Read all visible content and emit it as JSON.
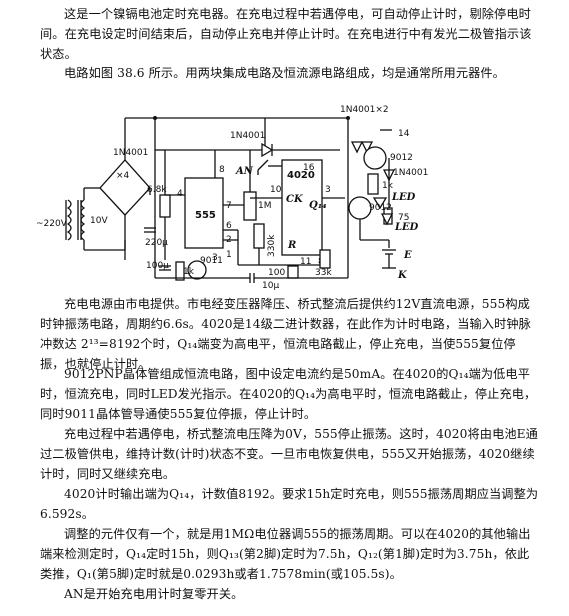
{
  "paragraphs": {
    "p1": "这是一个镍镉电池定时充电器。在充电过程中若遇停电，可自动停止计时，剔除停电时间。在充电设定时间结束后，自动停止充电并停止计时。在充电进行中有发光二极管指示该状态。",
    "p2": "电路如图 38.6 所示。用两块集成电路及恒流源电路组成，均是通常所用元器件。",
    "p3": "充电电源由市电提供。市电经变压器降压、桥式整流后提供约12V直流电源，555构成时钟振荡电路，周期约6.6s。4020是14级二进计数器，在此作为计时电路，当输入时钟脉冲数达 2¹³=8192个时，Q₁₄端变为高电平，恒流电路截止，停止充电，当使555复位停振，也就停止计时。",
    "p4": "9012PNP晶体管组成恒流电路，图中设定电流约是50mA。在4020的Q₁₄端为低电平时，恒流充电，同时LED发光指示。在4020的Q₁₄为高电平时，恒流电路截止，停止充电，同时9011晶体管导通使555复位停振，停止计时。",
    "p5": "充电过程中若遇停电，桥式整流电压降为0V，555停止振荡。这时，4020将由电池E通过二极管供电，维持计数(计时)状态不变。一旦市电恢复供电，555又开始振荡，4020继续计时，同时又继续充电。",
    "p6": "4020计时输出端为Q₁₄，计数值8192。要求15h定时充电，则555振荡周期应当调整为6.592s。",
    "p7": "调整的元件仅有一个，就是用1MΩ电位器调555的振荡周期。可以在4020的其他输出端来检测定时，Q₁₄定时15h，则Q₁₃(第2脚)定时为7.5h，Q₁₂(第1脚)定时为3.75h，依此类推，Q₁(第5脚)定时就是0.0293h或者1.7578min(或105.5s)。",
    "p8": "AN是开始充电用计时复零开关。"
  },
  "schematic": {
    "mains": "~220V",
    "secondary": "10V",
    "bridge_diodes": "1N4001",
    "bridge_count": "×4",
    "r_6k8": "6.8k",
    "c_220u": "220μ",
    "c_100u": "100μ",
    "ic_555": "555",
    "pin4": "4",
    "pin8": "8",
    "pin7": "7",
    "pin6": "6",
    "pin2": "2",
    "pin3": "3",
    "pin1": "1",
    "pot_1M": "1M",
    "r_330k": "330k",
    "c_10u": "10μ",
    "q_9011": "9011",
    "r_1k_left": "1k",
    "diode_top": "1N4001",
    "switch_an": "AN",
    "ic_4020": "4020",
    "pin16": "16",
    "pin10": "10",
    "pin11": "11",
    "pin3b": "3",
    "pin8b": "8",
    "ck": "CK",
    "q14": "Q₁₄",
    "reset": "R",
    "r_100": "100",
    "r_33k": "33k",
    "diode_pair": "1N4001×2",
    "pin14": "14",
    "q_9012_top": "9012",
    "q_9012_bot": "9012",
    "r_1k_right": "1k",
    "diode_right": "1N4001",
    "led1": "LED",
    "led2": "LED",
    "r_75": "75",
    "battery": "E",
    "cap_mark": "K"
  }
}
